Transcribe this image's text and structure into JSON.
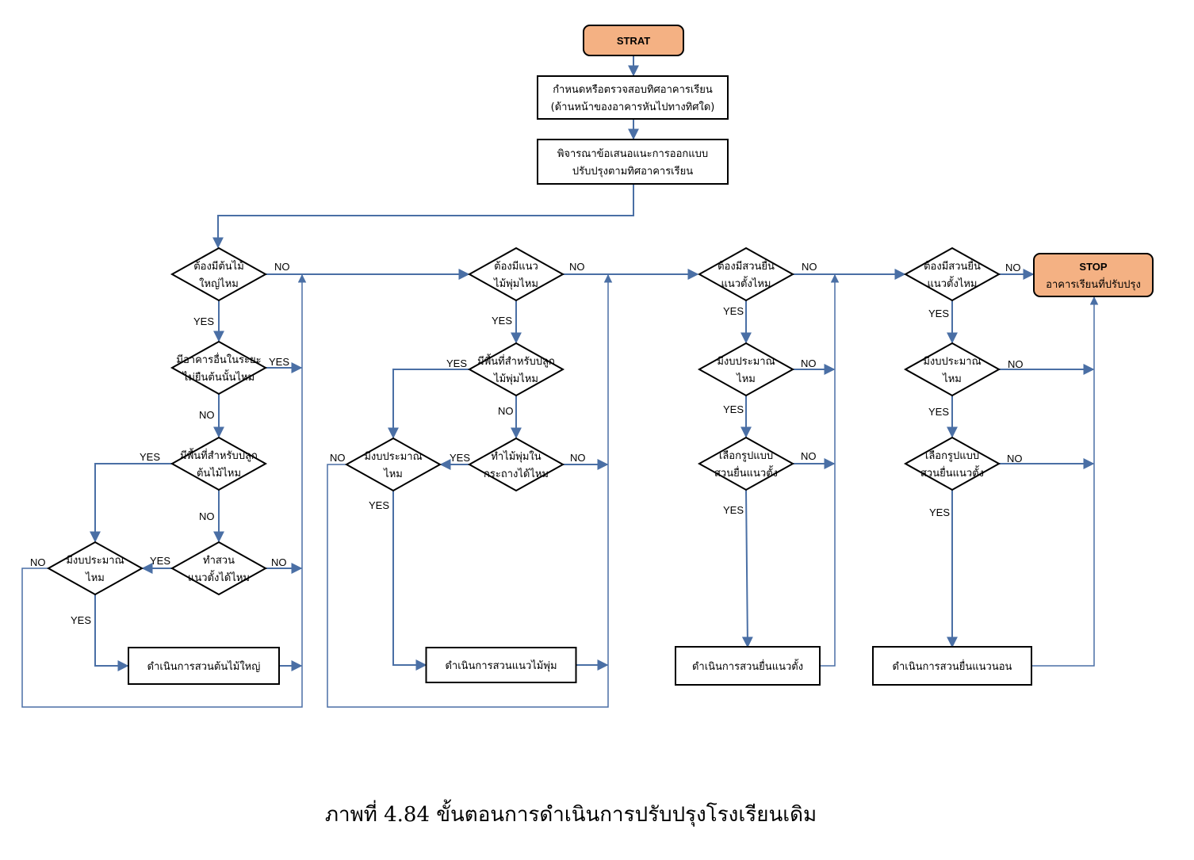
{
  "diagram": {
    "type": "flowchart",
    "caption": "ภาพที่ 4.84  ขั้นตอนการดำเนินการปรับปรุงโรงเรียนเดิม",
    "colors": {
      "terminal_fill": "#f4b183",
      "connector": "#4a6fa5",
      "shape_stroke": "#000000"
    },
    "edge_labels": {
      "yes": "YES",
      "no": "NO"
    },
    "nodes": {
      "start": {
        "kind": "terminal",
        "lines": [
          "STRAT"
        ]
      },
      "p_orient": {
        "kind": "process",
        "lines": [
          "กำหนดหรือตรวจสอบทิศอาคารเรียน",
          "(ด้านหน้าของอาคารหันไปทางทิศใด)"
        ]
      },
      "p_consider": {
        "kind": "process",
        "lines": [
          "พิจารณาข้อเสนอแนะการออกแบบ",
          "ปรับปรุงตามทิศอาคารเรียน"
        ]
      },
      "d_bigtree": {
        "kind": "decision",
        "lines": [
          "ต้องมีต้นไม้",
          "ใหญ่ไหม"
        ]
      },
      "d_building_shade": {
        "kind": "decision",
        "lines": [
          "มีอาคารอื่นในระยะ",
          "ไม่ยืนต้นนั้นไหม"
        ]
      },
      "d_tree_space": {
        "kind": "decision",
        "lines": [
          "มีพื้นที่สำหรับปลูก",
          "ต้นไม้ไหม"
        ]
      },
      "d_vertical_ok": {
        "kind": "decision",
        "lines": [
          "ทำสวน",
          "แนวตั้งได้ไหม"
        ]
      },
      "d_budget1": {
        "kind": "decision",
        "lines": [
          "มีงบประมาณ",
          "ไหม"
        ]
      },
      "p_bigtree": {
        "kind": "process",
        "lines": [
          "ดำเนินการสวนต้นไม้ใหญ่"
        ]
      },
      "d_shrub": {
        "kind": "decision",
        "lines": [
          "ต้องมีแนว",
          "ไม้พุ่มไหม"
        ]
      },
      "d_shrub_space": {
        "kind": "decision",
        "lines": [
          "มีพื้นที่สำหรับปลูก",
          "ไม้พุ่มไหม"
        ]
      },
      "d_pot": {
        "kind": "decision",
        "lines": [
          "ทำไม้พุ่มใน",
          "กระถางได้ไหม"
        ]
      },
      "d_budget2": {
        "kind": "decision",
        "lines": [
          "มีงบประมาณ",
          "ไหม"
        ]
      },
      "p_shrub": {
        "kind": "process",
        "lines": [
          "ดำเนินการสวนแนวไม้พุ่ม"
        ]
      },
      "d_vertical": {
        "kind": "decision",
        "lines": [
          "ต้องมีสวนยื่น",
          "แนวตั้งไหม"
        ]
      },
      "d_budget3": {
        "kind": "decision",
        "lines": [
          "มีงบประมาณ",
          "ไหม"
        ]
      },
      "d_select_v": {
        "kind": "decision",
        "lines": [
          "เลือกรูปแบบ",
          "สวนยื่นแนวตั้ง"
        ]
      },
      "p_vertical": {
        "kind": "process",
        "lines": [
          "ดำเนินการสวนยื่นแนวตั้ง"
        ]
      },
      "d_horizontal": {
        "kind": "decision",
        "lines": [
          "ต้องมีสวนยื่น",
          "แนวตั้งไหม"
        ]
      },
      "d_budget4": {
        "kind": "decision",
        "lines": [
          "มีงบประมาณ",
          "ไหม"
        ]
      },
      "d_select_h": {
        "kind": "decision",
        "lines": [
          "เลือกรูปแบบ",
          "สวนยื่นแนวตั้ง"
        ]
      },
      "p_horizontal": {
        "kind": "process",
        "lines": [
          "ดำเนินการสวนยื่นแนวนอน"
        ]
      },
      "stop": {
        "kind": "terminal",
        "lines": [
          "STOP",
          "อาคารเรียนที่ปรับปรุง"
        ]
      }
    },
    "edges": [
      {
        "from": "start",
        "to": "p_orient",
        "label": ""
      },
      {
        "from": "p_orient",
        "to": "p_consider",
        "label": ""
      },
      {
        "from": "p_consider",
        "to": "d_bigtree",
        "label": ""
      },
      {
        "from": "d_bigtree",
        "to": "d_building_shade",
        "label": "YES"
      },
      {
        "from": "d_bigtree",
        "to": "d_shrub",
        "label": "NO"
      },
      {
        "from": "d_building_shade",
        "to": "d_shrub",
        "label": "YES"
      },
      {
        "from": "d_building_shade",
        "to": "d_tree_space",
        "label": "NO"
      },
      {
        "from": "d_tree_space",
        "to": "d_budget1",
        "label": "YES"
      },
      {
        "from": "d_tree_space",
        "to": "d_vertical_ok",
        "label": "NO"
      },
      {
        "from": "d_vertical_ok",
        "to": "d_budget1",
        "label": "YES"
      },
      {
        "from": "d_vertical_ok",
        "to": "d_shrub",
        "label": "NO"
      },
      {
        "from": "d_budget1",
        "to": "p_bigtree",
        "label": "YES"
      },
      {
        "from": "d_budget1",
        "to": "d_shrub",
        "label": "NO"
      },
      {
        "from": "p_bigtree",
        "to": "d_shrub",
        "label": ""
      },
      {
        "from": "d_shrub",
        "to": "d_shrub_space",
        "label": "YES"
      },
      {
        "from": "d_shrub",
        "to": "d_vertical",
        "label": "NO"
      },
      {
        "from": "d_shrub_space",
        "to": "d_budget2",
        "label": "YES"
      },
      {
        "from": "d_shrub_space",
        "to": "d_pot",
        "label": "NO"
      },
      {
        "from": "d_pot",
        "to": "d_budget2",
        "label": "YES"
      },
      {
        "from": "d_pot",
        "to": "d_vertical",
        "label": "NO"
      },
      {
        "from": "d_budget2",
        "to": "p_shrub",
        "label": "YES"
      },
      {
        "from": "d_budget2",
        "to": "d_vertical",
        "label": "NO"
      },
      {
        "from": "p_shrub",
        "to": "d_vertical",
        "label": ""
      },
      {
        "from": "d_vertical",
        "to": "d_budget3",
        "label": "YES"
      },
      {
        "from": "d_vertical",
        "to": "d_horizontal",
        "label": "NO"
      },
      {
        "from": "d_budget3",
        "to": "d_select_v",
        "label": "YES"
      },
      {
        "from": "d_budget3",
        "to": "d_horizontal",
        "label": "NO"
      },
      {
        "from": "d_select_v",
        "to": "p_vertical",
        "label": "YES"
      },
      {
        "from": "d_select_v",
        "to": "d_horizontal",
        "label": "NO"
      },
      {
        "from": "p_vertical",
        "to": "d_horizontal",
        "label": ""
      },
      {
        "from": "d_horizontal",
        "to": "d_budget4",
        "label": "YES"
      },
      {
        "from": "d_horizontal",
        "to": "stop",
        "label": "NO"
      },
      {
        "from": "d_budget4",
        "to": "d_select_h",
        "label": "YES"
      },
      {
        "from": "d_budget4",
        "to": "stop",
        "label": "NO"
      },
      {
        "from": "d_select_h",
        "to": "p_horizontal",
        "label": "YES"
      },
      {
        "from": "d_select_h",
        "to": "stop",
        "label": "NO"
      },
      {
        "from": "p_horizontal",
        "to": "stop",
        "label": ""
      }
    ]
  }
}
